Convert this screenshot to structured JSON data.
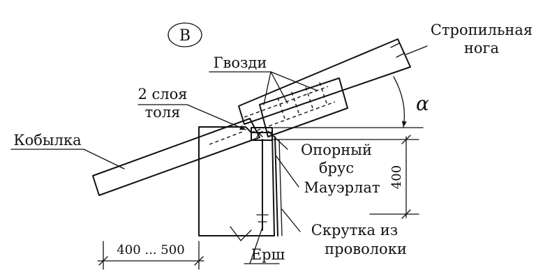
{
  "view_marker": "В",
  "labels": {
    "rafter": [
      "Стропильная",
      "нога"
    ],
    "nails": "Гвозди",
    "roofing_felt": [
      "2 слоя",
      "толя"
    ],
    "filly": "Кобылка",
    "support_beam": [
      "Опорный",
      "брус"
    ],
    "wall_plate": "Мауэрлат",
    "wire_twist": [
      "Скрутка из",
      "проволоки"
    ],
    "ruff": "Ерш",
    "angle": "α"
  },
  "dimensions": {
    "wall_width": "400 ... 500",
    "height": "400"
  }
}
